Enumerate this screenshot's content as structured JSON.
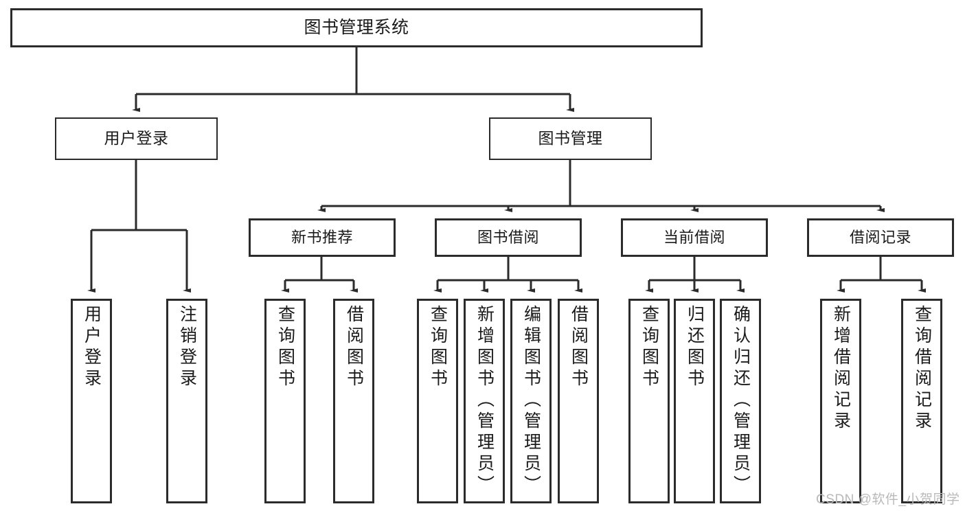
{
  "diagram": {
    "title": "图书管理系统",
    "type": "tree-hierarchy-diagram",
    "root": {
      "label": "图书管理系统"
    },
    "level1": [
      {
        "label": "用户登录"
      },
      {
        "label": "图书管理"
      }
    ],
    "level2": [
      {
        "label": "新书推荐"
      },
      {
        "label": "图书借阅"
      },
      {
        "label": "当前借阅"
      },
      {
        "label": "借阅记录"
      }
    ],
    "leaves": {
      "user_login": [
        {
          "label": "用户登录"
        },
        {
          "label": "注销登录"
        }
      ],
      "new_book_recommend": [
        {
          "label": "查询图书"
        },
        {
          "label": "借阅图书"
        }
      ],
      "book_borrow": [
        {
          "label": "查询图书"
        },
        {
          "label": "新增图书（管理员）"
        },
        {
          "label": "编辑图书（管理员）"
        },
        {
          "label": "借阅图书"
        }
      ],
      "current_borrow": [
        {
          "label": "查询图书"
        },
        {
          "label": "归还图书"
        },
        {
          "label": "确认归还（管理员）"
        }
      ],
      "borrow_record": [
        {
          "label": "新增借阅记录"
        },
        {
          "label": "查询借阅记录"
        }
      ]
    }
  },
  "watermark": {
    "text": "CSDN @软件_小贺同学"
  },
  "colors": {
    "background": "#ffffff",
    "box_border": "#2b2b2b",
    "box_fill": "#ffffff",
    "text": "#1a1a1a",
    "edge": "#2b2b2b",
    "watermark": "#b9b9b9"
  }
}
